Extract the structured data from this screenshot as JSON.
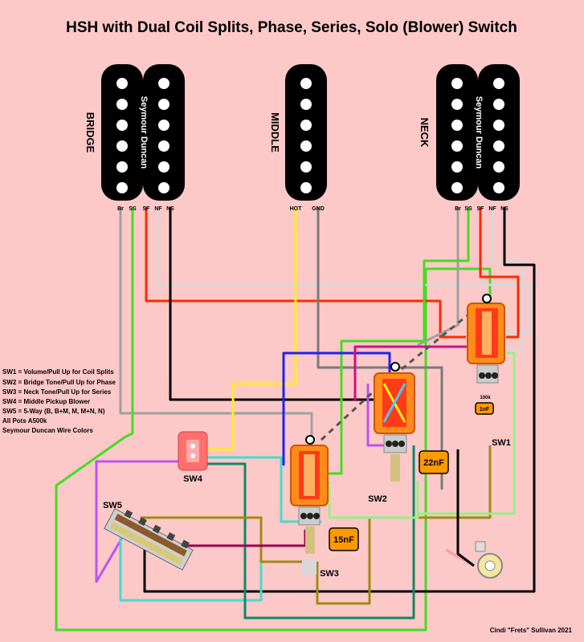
{
  "title": "HSH with Dual Coil Splits, Phase, Series, Solo (Blower) Switch",
  "pickups": {
    "bridge": {
      "label": "BRIDGE",
      "brand": "Seymour Duncan",
      "terminals": [
        "Br",
        "SS",
        "SF",
        "NF",
        "NS"
      ]
    },
    "middle": {
      "label": "MIDDLE",
      "terminals": [
        "HOT",
        "GND"
      ]
    },
    "neck": {
      "label": "NECK",
      "brand": "Seymour Duncan",
      "terminals": [
        "Br",
        "SS",
        "SF",
        "NF",
        "NS"
      ]
    }
  },
  "legend": [
    "SW1 = Volume/Pull Up for Coil Splits",
    "SW2 = Bridge Tone/Pull Up for Phase",
    "SW3 = Neck Tone/Pull Up for Series",
    "SW4 = Middle Pickup Blower",
    "SW5 = 5-Way (B, B+M, M, M+N, N)",
    "All Pots A500k",
    "Seymour Duncan Wire Colors"
  ],
  "switches": {
    "sw1": "SW1",
    "sw2": "SW2",
    "sw3": "SW3",
    "sw4": "SW4",
    "sw5": "SW5"
  },
  "components": {
    "cap_sw1": "1nF",
    "cap_sw2": "22nF",
    "cap_sw3": "15nF",
    "pot_value": "100k"
  },
  "credit": "Cindi \"Frets\" Sullivan 2021",
  "colors": {
    "background": "#fcc8c8",
    "bare": "#a0a0a0",
    "ss": "#44dd22",
    "sf": "#ff2a00",
    "nf": "#c8c8c8",
    "ns": "#000000",
    "hot": "#ffee22",
    "gnd": "#7a7a7a",
    "cap": "#ff9900",
    "pot": "#ff8c1a"
  }
}
